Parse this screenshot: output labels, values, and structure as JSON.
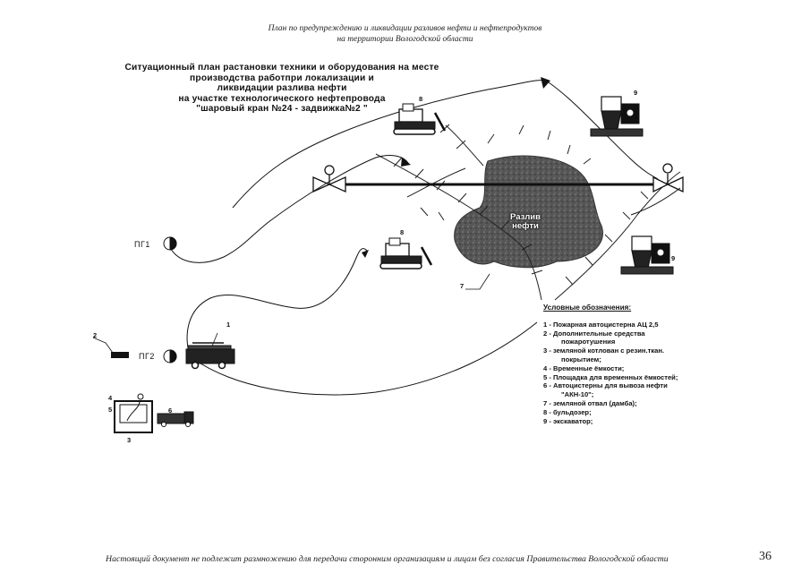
{
  "header": {
    "line1": "План по предупреждению и ликвидации разливов нефти и нефтепродуктов",
    "line2": "на территории Вологодской области"
  },
  "title": {
    "lines": [
      "Ситуационный план растановки техники и оборудования на месте",
      "производства работпри локализации и",
      "ликвидации разлива нефти",
      "на участке технологического нефтепровода",
      "\"шаровый кран №24 - задвижка№2 \""
    ]
  },
  "diagram": {
    "spill_label": [
      "Разлив",
      "нефти"
    ],
    "hydrants": [
      "ПГ1",
      "ПГ2"
    ],
    "markers": {
      "truck": "1",
      "extinguisher": "2",
      "pit": "3",
      "containers": "4",
      "platform": "5",
      "tanker": "6",
      "dam": "7",
      "bulldozer_top": "8",
      "bulldozer_mid": "8",
      "excavator_top": "9",
      "excavator_mid": "9"
    }
  },
  "legend": {
    "title": "Условные обозначения:",
    "items": [
      {
        "lines": [
          "1 - Пожарная автоцистерна АЦ 2,5"
        ]
      },
      {
        "lines": [
          "2 - Дополнительные средства",
          "пожаротушения"
        ]
      },
      {
        "lines": [
          "3 - земляной котлован с резин.ткан.",
          "покрытием;"
        ]
      },
      {
        "lines": [
          "4 - Временные ёмкости;"
        ]
      },
      {
        "lines": [
          "5 - Площадка для временных ёмкостей;"
        ]
      },
      {
        "lines": [
          "6 - Автоцистерны для вывоза нефти",
          "\"АКН-10\";"
        ]
      },
      {
        "lines": [
          "7 - земляной отвал (дамба);"
        ]
      },
      {
        "lines": [
          "8 - бульдозер;"
        ]
      },
      {
        "lines": [
          "9 - экскаватор;"
        ]
      }
    ]
  },
  "footer": {
    "notice": "Настоящий документ не подлежит размножению для передачи сторонним организациям и лицам без согласия Правительства Вологодской области",
    "page": "36"
  },
  "colors": {
    "ink": "#111111",
    "spill": "#4a4a4a"
  }
}
